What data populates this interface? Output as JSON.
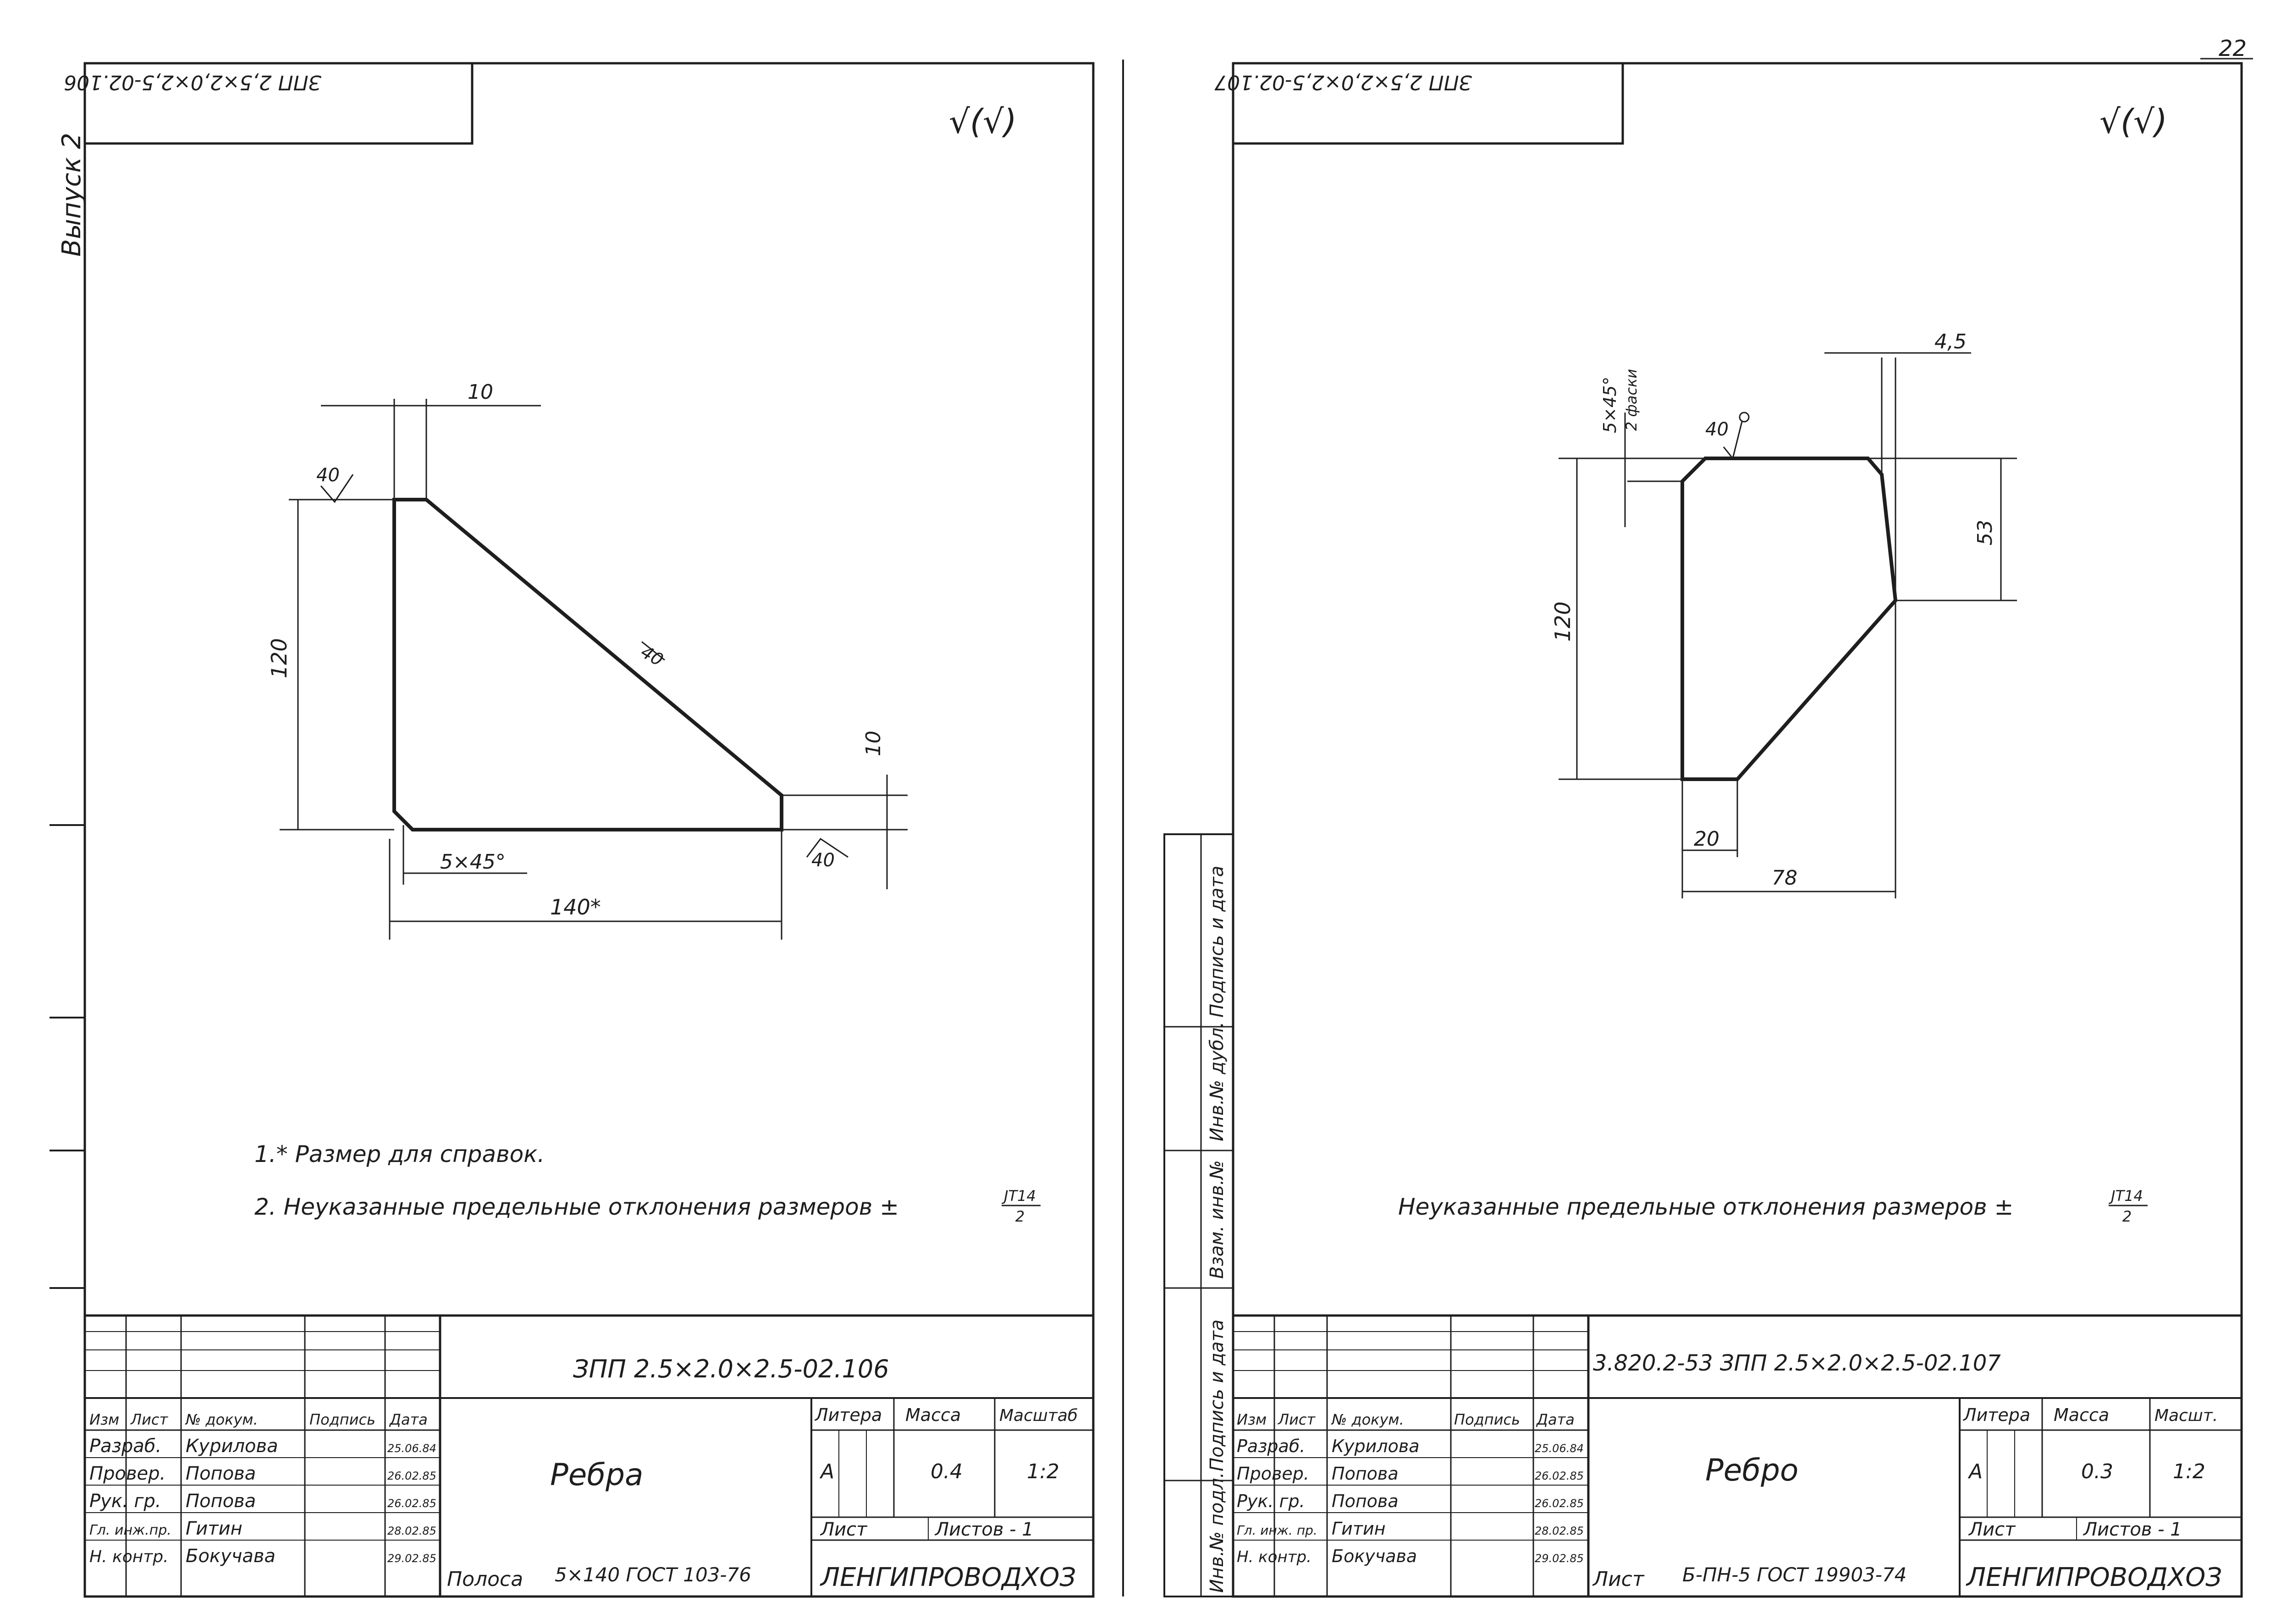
{
  "page_number": "22",
  "margin_label": "Выпуск 2",
  "left_sheet": {
    "top_code": "ЗПП 2,5×2,0×2,5-02.106",
    "surface_mark": "√(√)",
    "roughness": [
      "40",
      "40",
      "40"
    ],
    "dims": {
      "top": "10",
      "height": "120",
      "right": "10",
      "chamfer": "5×45°",
      "width": "140*"
    },
    "notes": [
      "1.* Размер для справок.",
      "2. Неуказанные предельные отклонения размеров ±",
      "JT14",
      "2"
    ],
    "title_block": {
      "code": "ЗПП 2.5×2.0×2.5-02.106",
      "name": "Ребра",
      "headers": [
        "Изм",
        "Лист",
        "№ докум.",
        "Подпись",
        "Дата"
      ],
      "rows": [
        {
          "role": "Разраб.",
          "name": "Курилова",
          "date": "25.06.84"
        },
        {
          "role": "Провер.",
          "name": "Попова",
          "date": "26.02.85"
        },
        {
          "role": "Рук. гр.",
          "name": "Попова",
          "date": "26.02.85"
        },
        {
          "role": "Гл. инж.пр.",
          "name": "Гитин",
          "date": "28.02.85"
        },
        {
          "role": "Н. контр.",
          "name": "Бокучава",
          "date": "29.02.85"
        }
      ],
      "litera_label": "Литера",
      "mass_label": "Масса",
      "scale_label": "Масштаб",
      "litera": "А",
      "mass": "0.4",
      "scale": "1:2",
      "sheet_label": "Лист",
      "sheets_label": "Листов - 1",
      "material_prefix": "Полоса",
      "material": "5×140  ГОСТ 103-76",
      "org": "ЛЕНГИПРОВОДХОЗ"
    }
  },
  "right_sheet": {
    "top_code": "ЗПП 2,5×2,0×2,5-02.107",
    "surface_mark": "√(√)",
    "roughness": [
      "40"
    ],
    "dims": {
      "top": "4,5",
      "chamfer": "5×45°",
      "chamfer_note": "2 фаски",
      "height": "120",
      "right": "53",
      "bottom": "20",
      "width": "78"
    },
    "notes": [
      "Неуказанные предельные отклонения размеров ±",
      "JT14",
      "2"
    ],
    "side_stamp": [
      "Подпись и дата",
      "Инв.№ дубл.",
      "Взам. инв.№",
      "Подпись и дата",
      "Инв.№ подл."
    ],
    "title_block": {
      "code": "3.820.2-53  ЗПП 2.5×2.0×2.5-02.107",
      "name": "Ребро",
      "headers": [
        "Изм",
        "Лист",
        "№ докум.",
        "Подпись",
        "Дата"
      ],
      "rows": [
        {
          "role": "Разраб.",
          "name": "Курилова",
          "date": "25.06.84"
        },
        {
          "role": "Провер.",
          "name": "Попова",
          "date": "26.02.85"
        },
        {
          "role": "Рук. гр.",
          "name": "Попова",
          "date": "26.02.85"
        },
        {
          "role": "Гл. инж. пр.",
          "name": "Гитин",
          "date": "28.02.85"
        },
        {
          "role": "Н. контр.",
          "name": "Бокучава",
          "date": "29.02.85"
        }
      ],
      "litera_label": "Литера",
      "mass_label": "Масса",
      "scale_label": "Масшт.",
      "litera": "А",
      "mass": "0.3",
      "scale": "1:2",
      "sheet_label": "Лист",
      "sheets_label": "Листов - 1",
      "material_prefix": "Лист",
      "material": "Б-ПН-5 ГОСТ 19903-74",
      "org": "ЛЕНГИПРОВОДХОЗ"
    }
  }
}
